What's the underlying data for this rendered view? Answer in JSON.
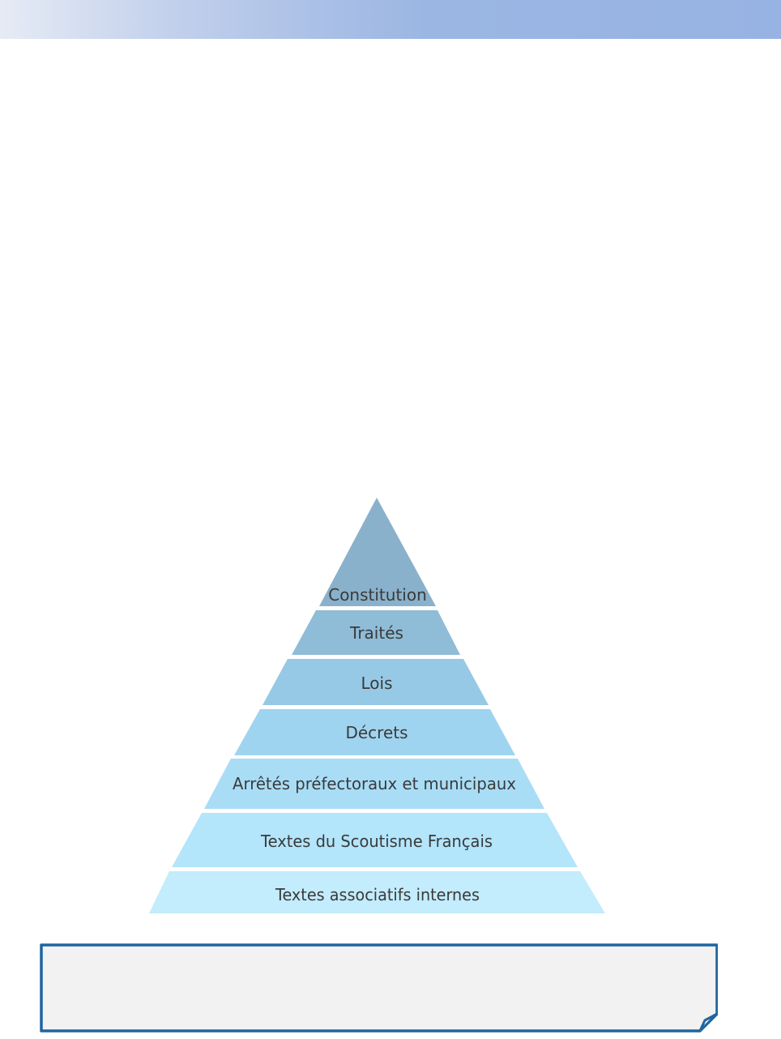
{
  "pyramid": {
    "levels": [
      {
        "label": "Constitution",
        "color": "#8ab1cb"
      },
      {
        "label": "Traités",
        "color": "#8fbcd7"
      },
      {
        "label": "Lois",
        "color": "#96c9e6"
      },
      {
        "label": "Décrets",
        "color": "#9fd4f0"
      },
      {
        "label": "Arrêtés préfectoraux et municipaux",
        "color": "#a9ddf6"
      },
      {
        "label": "Textes du Scoutisme Français",
        "color": "#b3e5fb"
      },
      {
        "label": "Textes associatifs internes",
        "color": "#c3ecfc"
      }
    ]
  },
  "note": {
    "text": "",
    "border_color": "#1f65a0",
    "fill_color": "#f2f2f2"
  }
}
